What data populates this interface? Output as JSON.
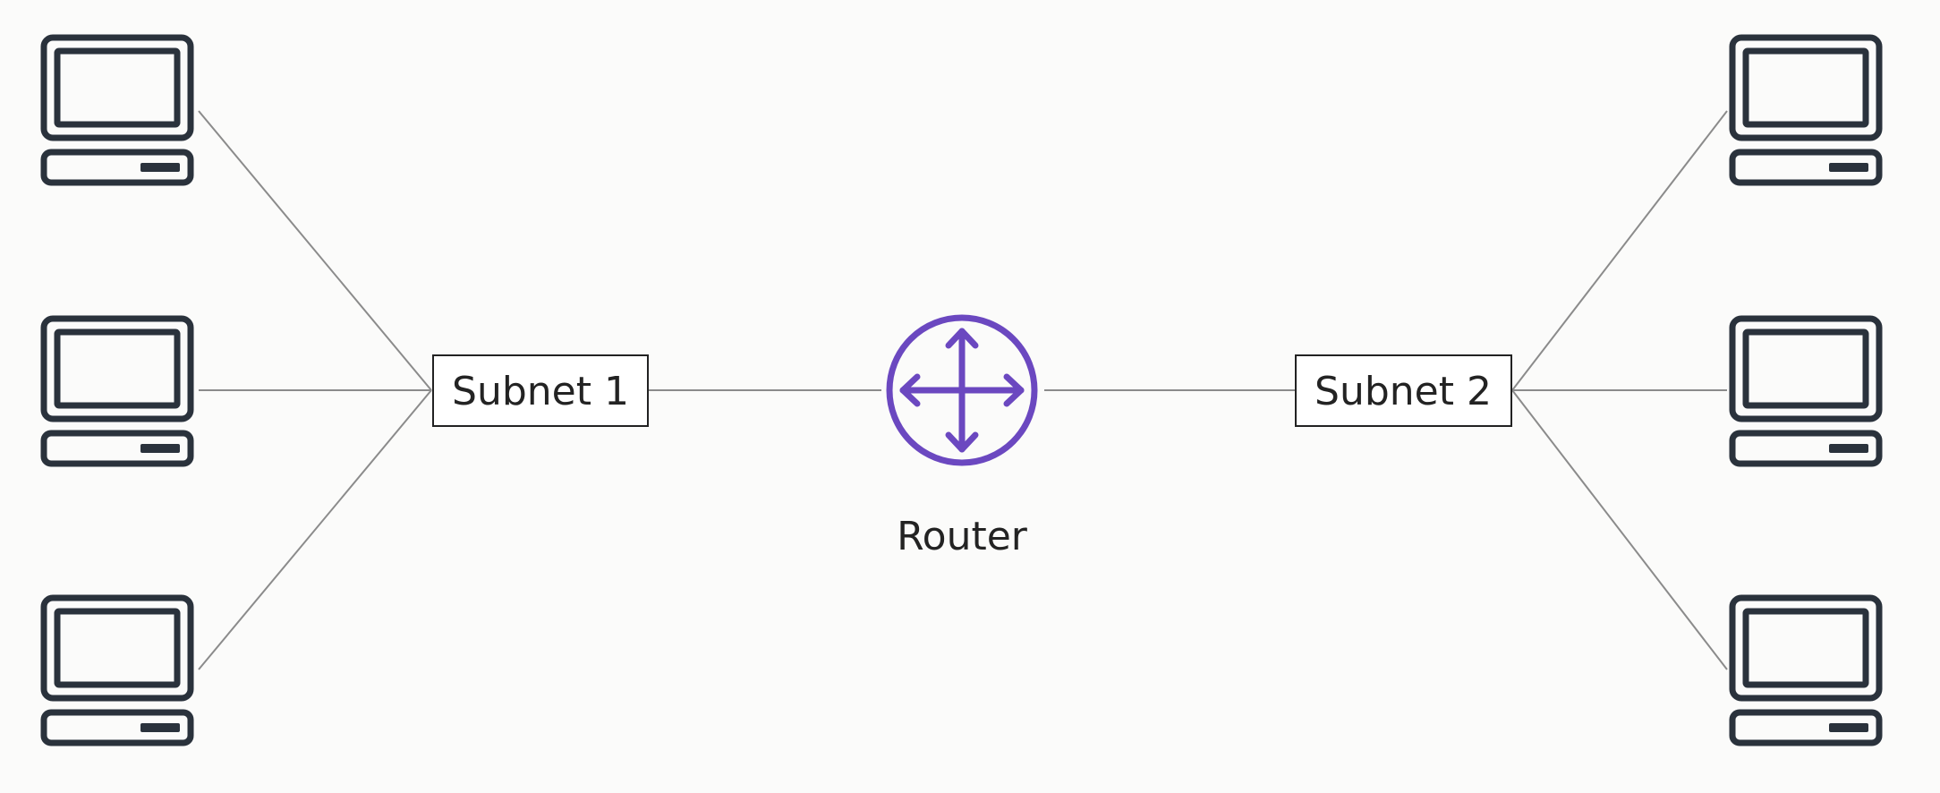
{
  "diagram": {
    "subnet_1": {
      "label": "Subnet 1"
    },
    "subnet_2": {
      "label": "Subnet 2"
    },
    "router": {
      "label": "Router",
      "icon": "router-arrows-icon",
      "color": "#6b48c0"
    },
    "computers": {
      "subnet_1": [
        {
          "icon": "computer-icon"
        },
        {
          "icon": "computer-icon"
        },
        {
          "icon": "computer-icon"
        }
      ],
      "subnet_2": [
        {
          "icon": "computer-icon"
        },
        {
          "icon": "computer-icon"
        },
        {
          "icon": "computer-icon"
        }
      ]
    }
  }
}
